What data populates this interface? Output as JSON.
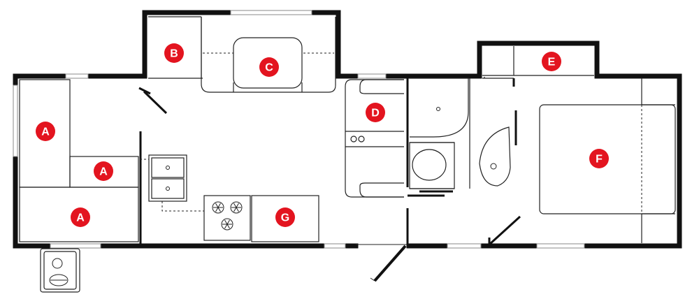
{
  "markers": [
    {
      "id": "a1",
      "label": "A"
    },
    {
      "id": "a2",
      "label": "A"
    },
    {
      "id": "a3",
      "label": "A"
    },
    {
      "id": "b",
      "label": "B"
    },
    {
      "id": "c",
      "label": "C"
    },
    {
      "id": "d",
      "label": "D"
    },
    {
      "id": "e",
      "label": "E"
    },
    {
      "id": "f",
      "label": "F"
    },
    {
      "id": "g",
      "label": "G"
    }
  ],
  "colors": {
    "marker_fill": "#e3141f",
    "marker_text": "#ffffff",
    "walls": "#111111"
  },
  "icons": [
    "stove-burner-icon",
    "outdoor-grill-icon",
    "sink-icon",
    "toilet-icon"
  ]
}
